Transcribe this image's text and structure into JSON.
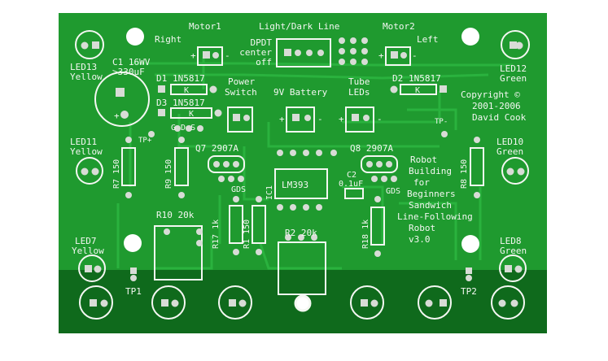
{
  "colors": {
    "board": "#1f9a2f",
    "board_dark": "#0f6a1c",
    "trace": "#2db43f",
    "silkscreen": "#f4f7f2",
    "copper_pad": "#d8dcd6",
    "background": "#ffffff"
  },
  "labels": {
    "motor1": "Motor1",
    "right": "Right",
    "light_dark_line": "Light/Dark Line",
    "dpdt": "DPDT",
    "center": "center",
    "off": "off",
    "motor2": "Motor2",
    "left": "Left",
    "led13": "LED13",
    "yellow_top": "Yellow",
    "c1": "C1 16WV",
    "c1_val": ">330uF",
    "d1": "D1",
    "d1_part": "1N5817",
    "d2": "D2",
    "d2_part": "1N5817",
    "d3": "D3",
    "d3_part": "1N5817",
    "power": "Power",
    "switch": "Switch",
    "battery": "9V Battery",
    "tube": "Tube",
    "leds": "LEDs",
    "led12": "LED12",
    "green_top": "Green",
    "copyright": "Copyright ©",
    "years": "2001-2006",
    "author": "David Cook",
    "tp_plus": "TP+",
    "tp_minus": "TP-",
    "gds_top": "G D S",
    "q7": "Q7 2907A",
    "q8": "Q8 2907A",
    "led11": "LED11",
    "yellow_mid": "Yellow",
    "led10": "LED10",
    "green_mid": "Green",
    "r7": "R7 150",
    "r9": "R9 150",
    "r8": "R8 150",
    "ic1": "IC1",
    "lm393": "LM393",
    "c2": "C2",
    "c2_val": "0.1uF",
    "gds_left": "GDS",
    "gds_right": "GDS",
    "robot_lines": [
      "Robot",
      "Building",
      "for",
      "Beginners",
      "Sandwich",
      "Line-Following",
      "Robot",
      "v3.0"
    ],
    "r10": "R10 20k",
    "r17": "R17 1k",
    "r1": "R1 150",
    "r2": "R2 20k",
    "r18": "R18 1k",
    "led7": "LED7",
    "yellow_bot": "Yellow",
    "led8": "LED8",
    "green_bot": "Green",
    "tp1": "TP1",
    "tp2": "TP2",
    "plus": "+",
    "minus": "-",
    "k": "K"
  }
}
